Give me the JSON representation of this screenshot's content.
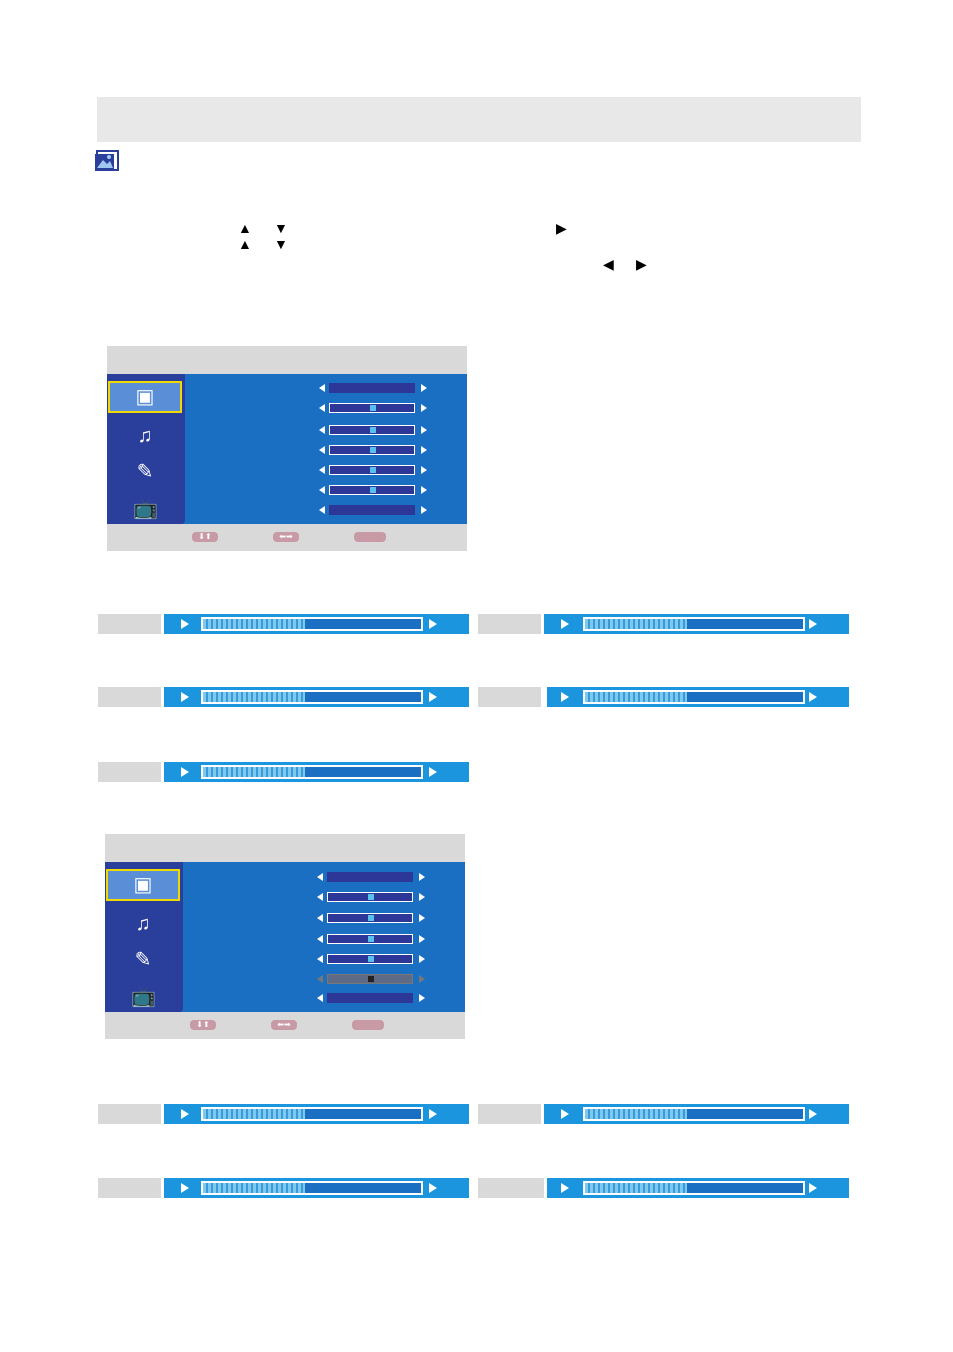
{
  "header": {
    "title": ""
  },
  "icons": {
    "picture": "picture-icon",
    "sound": "music-note-icon",
    "setup": "pen-icon",
    "tv": "tv-icon",
    "up": "up-triangle-icon",
    "down": "down-triangle-icon",
    "left": "left-triangle-icon",
    "right": "right-triangle-icon"
  },
  "osd_menus": [
    {
      "side_icons": [
        "▣",
        "♫",
        "✎",
        "📺"
      ],
      "rows": [
        "mode",
        "slider",
        "slider",
        "slider",
        "slider",
        "slider",
        "mode"
      ],
      "footer_keys": [
        "⬇⬆",
        "⬅➡",
        ""
      ]
    },
    {
      "side_icons": [
        "▣",
        "♫",
        "✎",
        "📺"
      ],
      "rows": [
        "mode",
        "slider",
        "slider",
        "slider",
        "slider",
        "gray-slider",
        "mode"
      ],
      "footer_keys": [
        "⬇⬆",
        "⬅➡",
        ""
      ]
    }
  ],
  "adjustment_bars": {
    "level_fraction": 0.47
  },
  "colors": {
    "menu_blue": "#1b6fc2",
    "side_navy": "#2a3f9c",
    "selection_yellow": "#f0d800",
    "bar_cyan": "#1b95dd",
    "header_gray": "#e8e8e8"
  }
}
